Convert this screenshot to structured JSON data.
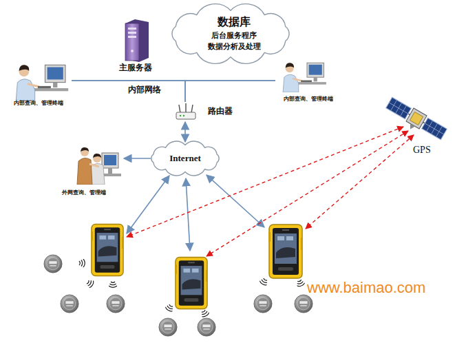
{
  "diagram": {
    "nodes": [
      {
        "text": [
          "数据库",
          "后台服务程序",
          "数据分析及处理"
        ]
      },
      {
        "text": [
          "主服务器"
        ]
      },
      {
        "text": [
          "内部查询、管理终端"
        ]
      },
      {
        "text": [
          "内部查询、管理终端"
        ]
      },
      {
        "text": [
          "路由器"
        ]
      },
      {
        "text": [
          "Internet"
        ]
      },
      {
        "text": [
          "外网查询、管理端"
        ]
      }
    ],
    "edges": [
      {
        "from": 2,
        "to": 3,
        "arrow": "none"
      },
      {
        "from": 4,
        "to": 2,
        "arrow": "none"
      },
      {
        "from": 4,
        "to": 3,
        "arrow": "none"
      },
      {
        "from": 4,
        "to": 5,
        "arrow": "both"
      },
      {
        "from": 5,
        "to": 6,
        "arrow": "to"
      }
    ],
    "labels": [
      "内部网络",
      "GPS",
      "www.baimao.com"
    ]
  }
}
